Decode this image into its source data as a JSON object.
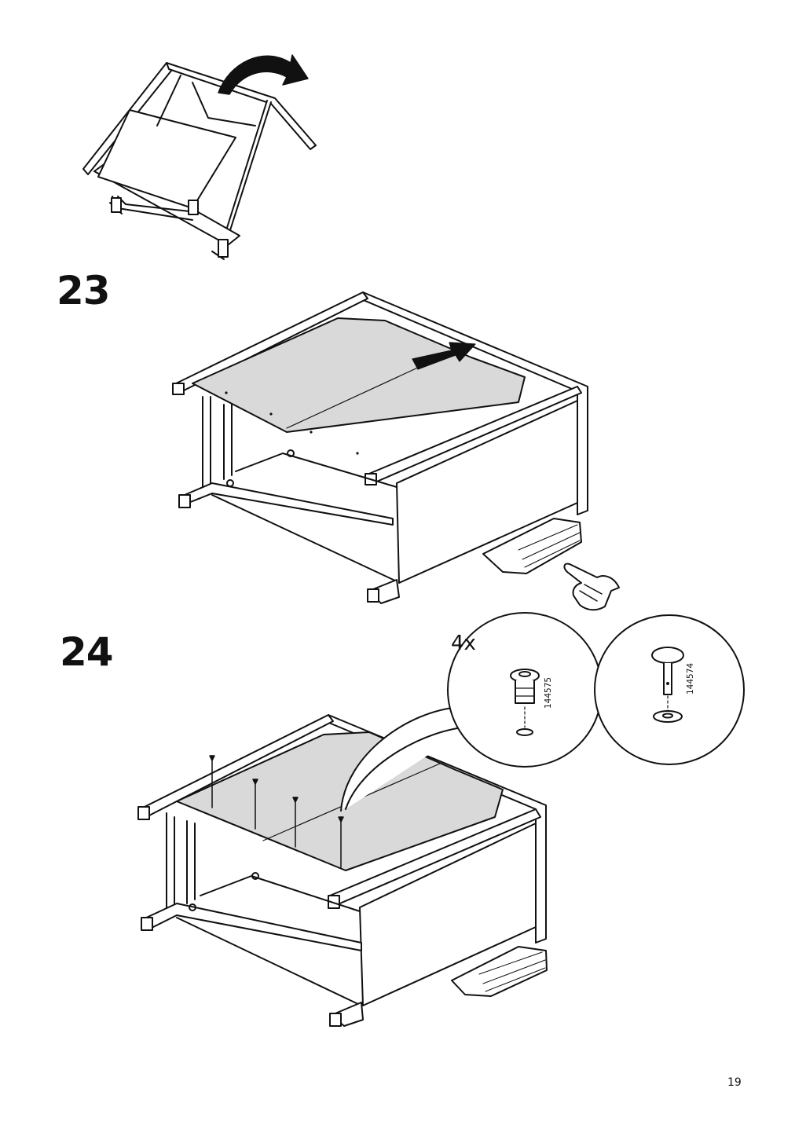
{
  "steps": [
    {
      "number": "23"
    },
    {
      "number": "24"
    }
  ],
  "callout": {
    "quantity": "4x",
    "parts": [
      {
        "part_number": "144575"
      },
      {
        "part_number": "144574"
      }
    ]
  },
  "page_number": "19",
  "colors": {
    "line": "#111111",
    "panel_fill": "#d9d9d9",
    "background": "#ffffff"
  },
  "icons": [
    "rotate-arrow-icon",
    "push-arrow-icon",
    "pointing-hand-icon"
  ]
}
